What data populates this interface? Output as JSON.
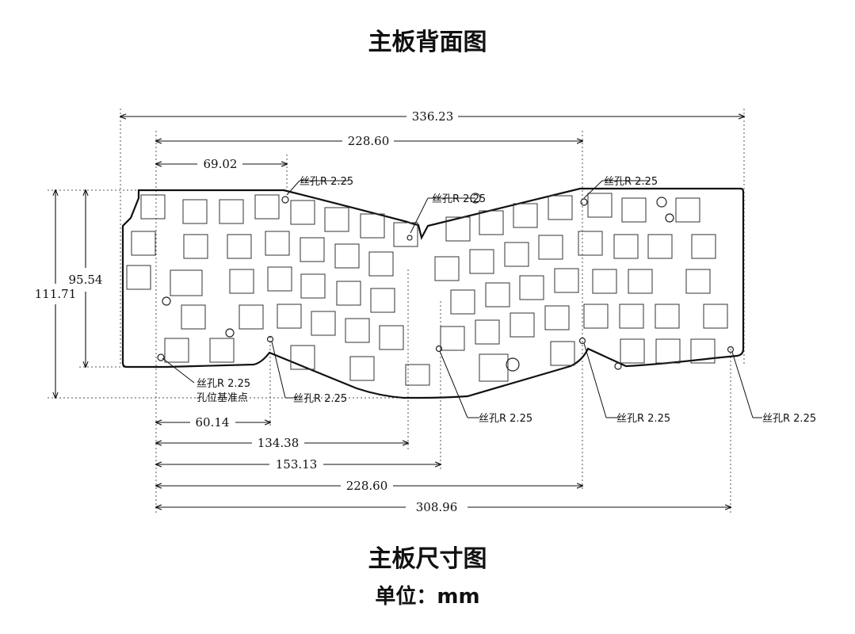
{
  "titles": {
    "top": "主板背面图",
    "bottom": "主板尺寸图",
    "unit": "单位：mm"
  },
  "dimensions": {
    "overall_width": "336.23",
    "upper_inner": "228.60",
    "upper_left": "69.02",
    "height_inner": "95.54",
    "height_outer": "111.71",
    "lower_1": "60.14",
    "lower_2": "134.38",
    "lower_3": "153.13",
    "lower_4": "228.60",
    "lower_5": "308.96"
  },
  "hole_labels": {
    "top_left": "丝孔R 2.25",
    "top_center": "丝孔R 2.25",
    "top_right": "丝孔R 2.25",
    "bottom_left": "丝孔R 2.25",
    "reference_point": "孔位基准点",
    "bottom_left_center": "丝孔R 2.25",
    "bottom_center": "丝孔R 2.25",
    "bottom_right_center": "丝孔R 2.25",
    "bottom_right": "丝孔R 2.25"
  }
}
